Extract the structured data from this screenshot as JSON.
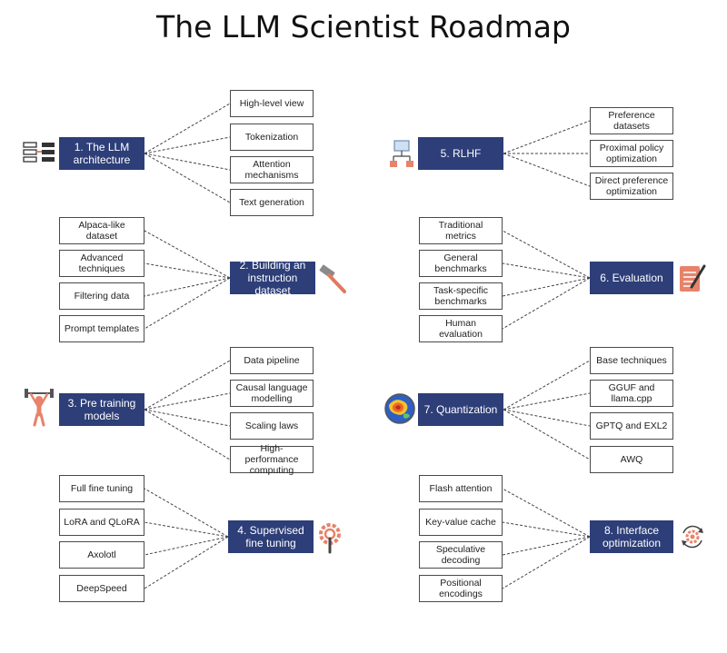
{
  "title": "The LLM Scientist Roadmap",
  "colors": {
    "main_box": "#2d3e78",
    "connector": "#444444",
    "accent": "#e8826a"
  },
  "sections": [
    {
      "id": "s1",
      "label": "1.   The LLM architecture",
      "icon": "server-rack-icon",
      "items": [
        "High-level view",
        "Tokenization",
        "Attention mechanisms",
        "Text generation"
      ]
    },
    {
      "id": "s2",
      "label": "2. Building an instruction dataset",
      "icon": "hammer-icon",
      "items": [
        "Alpaca-like dataset",
        "Advanced techniques",
        "Filtering data",
        "Prompt templates"
      ]
    },
    {
      "id": "s3",
      "label": "3. Pre training models",
      "icon": "weightlifter-icon",
      "items": [
        "Data pipeline",
        "Causal language modelling",
        "Scaling laws",
        "High-performance computing"
      ]
    },
    {
      "id": "s4",
      "label": "4. Supervised fine tuning",
      "icon": "gear-wrench-icon",
      "items": [
        "Full fine tuning",
        "LoRA and QLoRA",
        "Axolotl",
        "DeepSpeed"
      ]
    },
    {
      "id": "s5",
      "label": "5. RLHF",
      "icon": "flowchart-icon",
      "items": [
        "Preference datasets",
        "Proximal policy optimization",
        "Direct preference optimization"
      ]
    },
    {
      "id": "s6",
      "label": "6.  Evaluation",
      "icon": "notepad-pen-icon",
      "items": [
        "Traditional metrics",
        "General benchmarks",
        "Task-specific benchmarks",
        "Human evaluation"
      ]
    },
    {
      "id": "s7",
      "label": "7. Quantization",
      "icon": "heatmap-globe-icon",
      "items": [
        "Base techniques",
        "GGUF and llama.cpp",
        "GPTQ and EXL2",
        "AWQ"
      ]
    },
    {
      "id": "s8",
      "label": "8. Interface optimization",
      "icon": "gear-cycle-icon",
      "items": [
        "Flash attention",
        "Key-value cache",
        "Speculative decoding",
        "Positional encodings"
      ]
    }
  ]
}
